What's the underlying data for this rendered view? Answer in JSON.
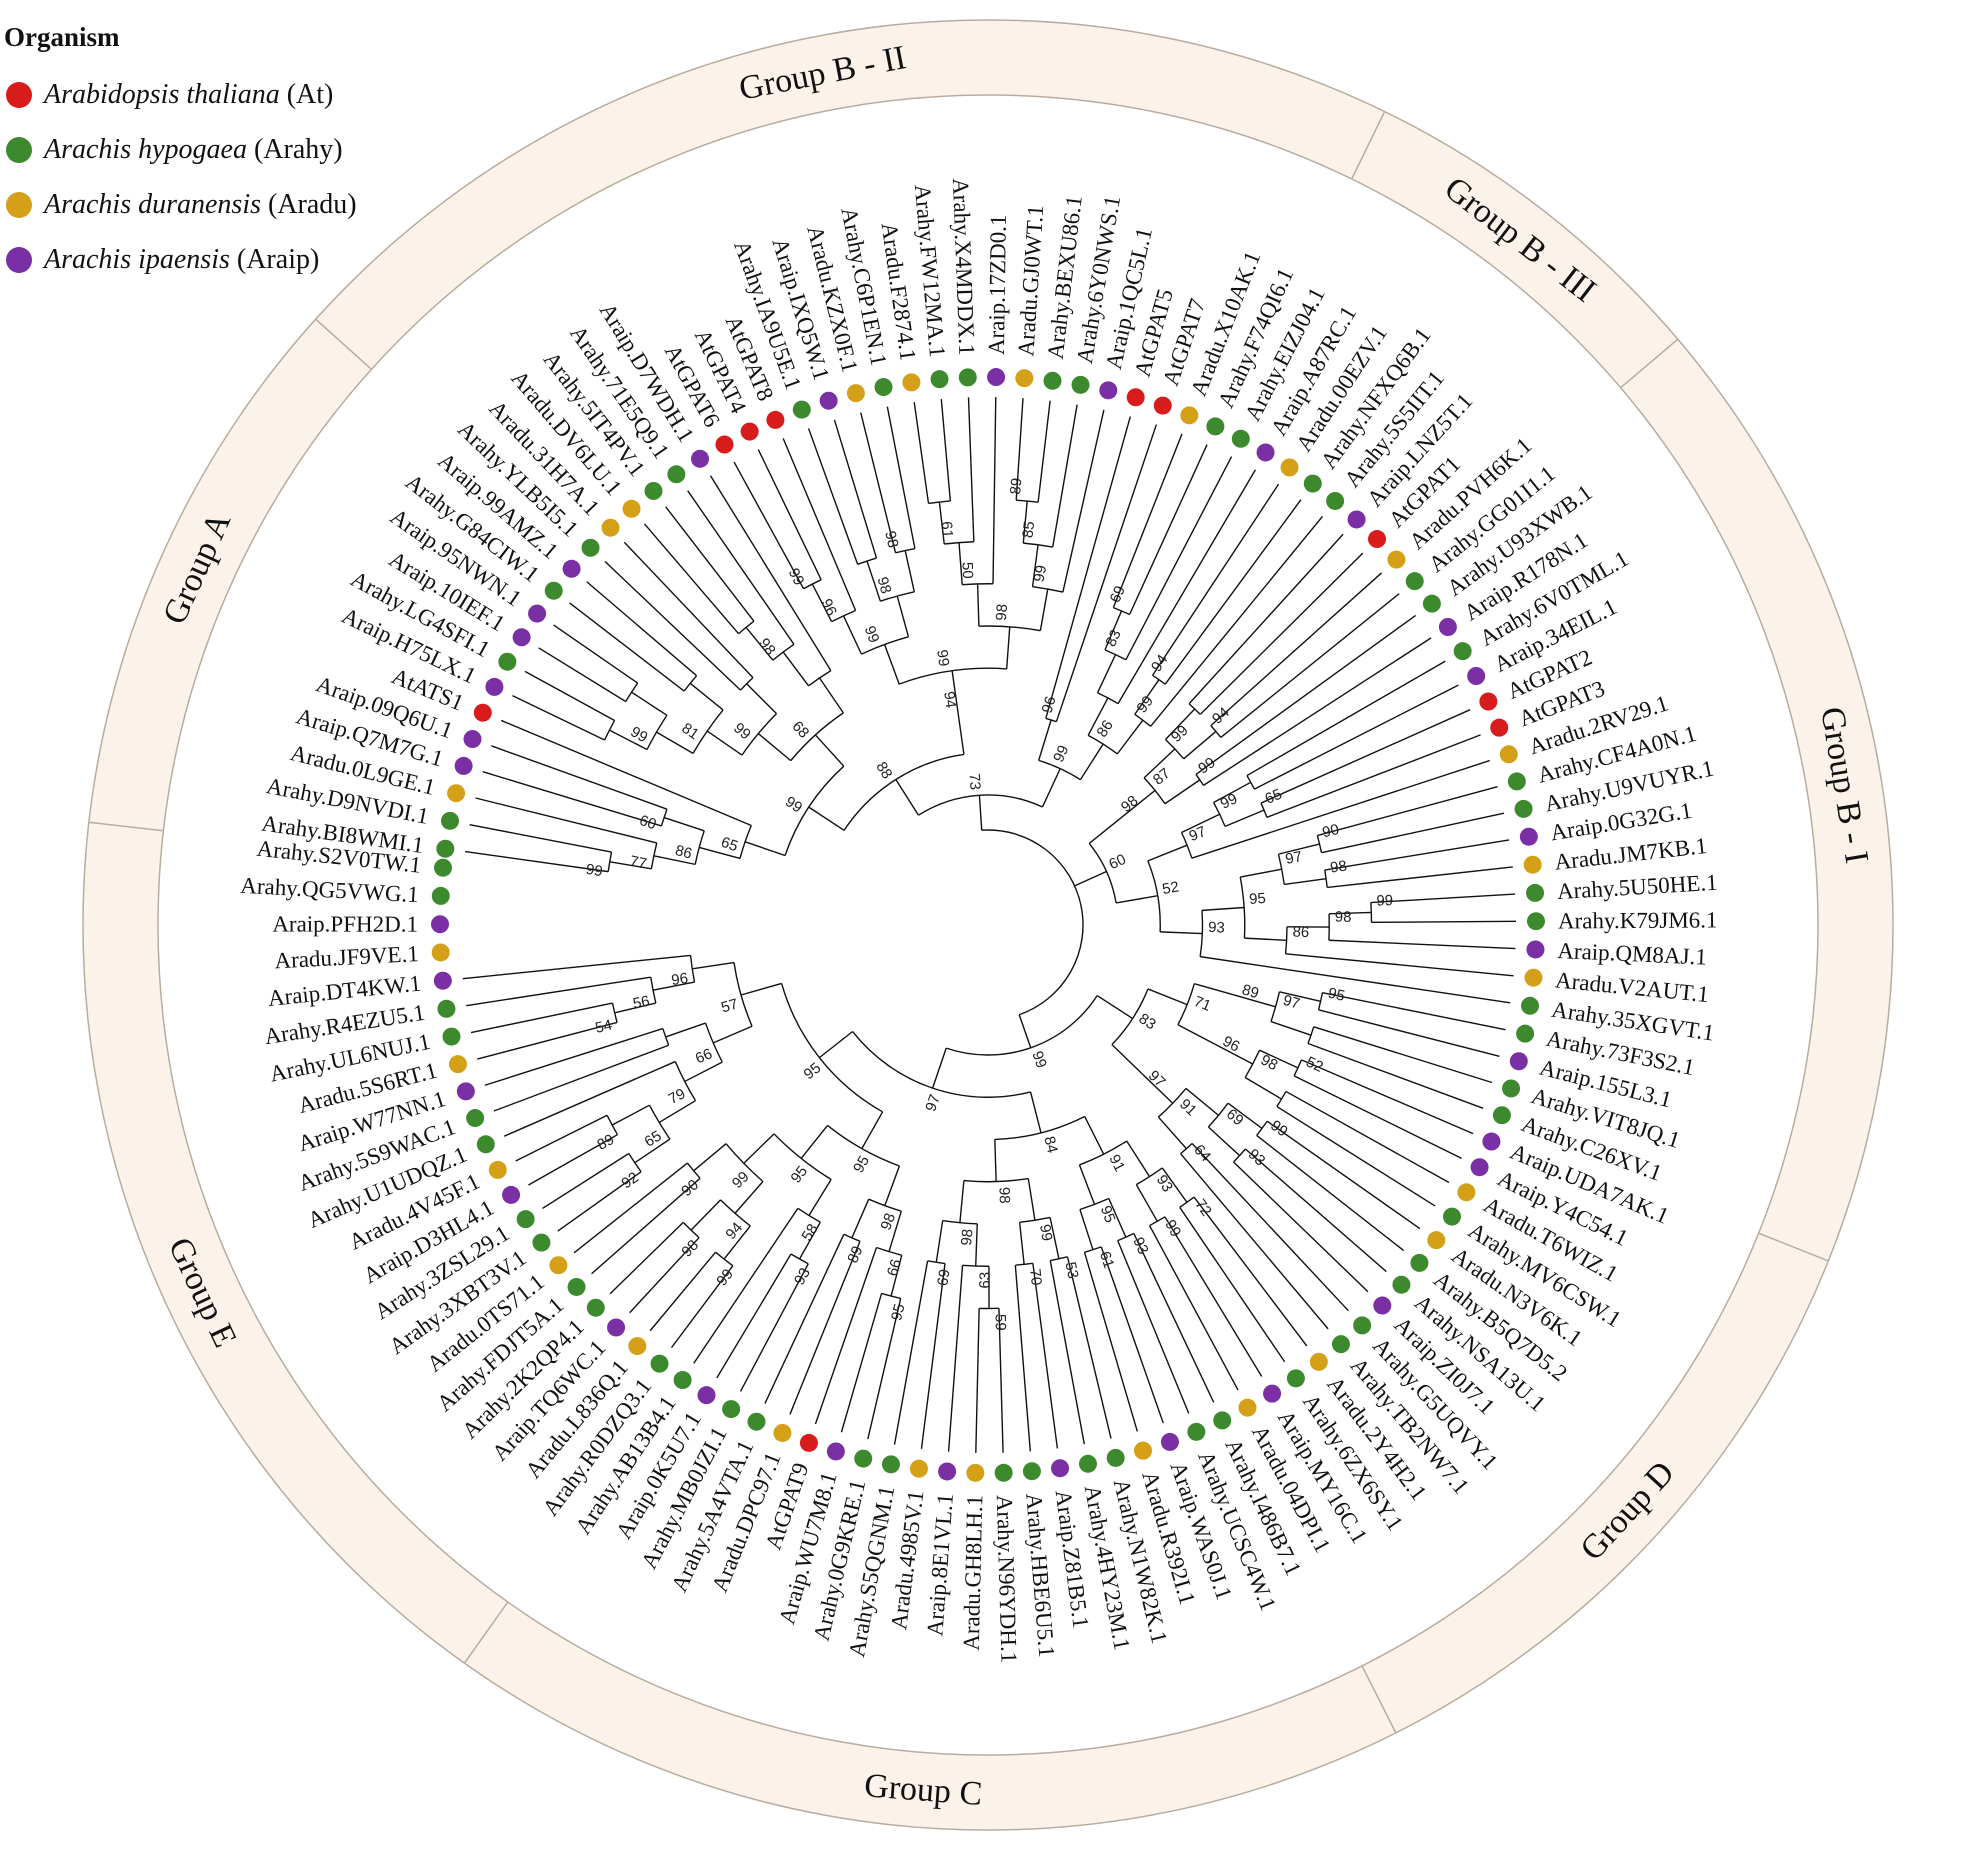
{
  "legend": {
    "title": "Organism",
    "items": [
      {
        "key": "At",
        "scientific": "Arabidopsis thaliana",
        "abbr": "(At)",
        "color": "#d81c1c"
      },
      {
        "key": "Arahy",
        "scientific": "Arachis hypogaea",
        "abbr": "(Arahy)",
        "color": "#3d8a2e"
      },
      {
        "key": "Aradu",
        "scientific": "Arachis duranensis",
        "abbr": "(Aradu)",
        "color": "#d4a017"
      },
      {
        "key": "Araip",
        "scientific": "Arachis ipaensis",
        "abbr": "(Araip)",
        "color": "#7a2fa5"
      }
    ]
  },
  "groups": [
    {
      "name": "Group A",
      "start": 0,
      "end": 12
    },
    {
      "name": "Group B - II",
      "start": 12,
      "end": 37
    },
    {
      "name": "Group B - III",
      "start": 37,
      "end": 45
    },
    {
      "name": "Group B - I",
      "start": 45,
      "end": 66
    },
    {
      "name": "Group D",
      "start": 66,
      "end": 80
    },
    {
      "name": "Group C",
      "start": 80,
      "end": 101
    },
    {
      "name": "Group E",
      "start": 101,
      "end": 121
    }
  ],
  "leaves": [
    {
      "name": "Arahy.BI8WMI.1",
      "org": "Arahy"
    },
    {
      "name": "Arahy.D9NVDI.1",
      "org": "Arahy"
    },
    {
      "name": "Aradu.0L9GE.1",
      "org": "Aradu"
    },
    {
      "name": "Araip.Q7M7G.1",
      "org": "Araip"
    },
    {
      "name": "Araip.09Q6U.1",
      "org": "Araip"
    },
    {
      "name": "AtATS1",
      "org": "At"
    },
    {
      "name": "Araip.H75LX.1",
      "org": "Araip"
    },
    {
      "name": "Arahy.LG4SFI.1",
      "org": "Arahy"
    },
    {
      "name": "Araip.10IEF.1",
      "org": "Araip"
    },
    {
      "name": "Araip.95NWN.1",
      "org": "Araip"
    },
    {
      "name": "Arahy.G84CIW.1",
      "org": "Arahy"
    },
    {
      "name": "Araip.99AMZ.1",
      "org": "Araip"
    },
    {
      "name": "Arahy.YLB5I5.1",
      "org": "Arahy"
    },
    {
      "name": "Aradu.31H7A.1",
      "org": "Aradu"
    },
    {
      "name": "Aradu.DV6LU.1",
      "org": "Aradu"
    },
    {
      "name": "Arahy.5IT4PV.1",
      "org": "Arahy"
    },
    {
      "name": "Arahy.71E5Q9.1",
      "org": "Arahy"
    },
    {
      "name": "Araip.D7WDH.1",
      "org": "Araip"
    },
    {
      "name": "AtGPAT6",
      "org": "At"
    },
    {
      "name": "AtGPAT4",
      "org": "At"
    },
    {
      "name": "AtGPAT8",
      "org": "At"
    },
    {
      "name": "Arahy.IA9U5E.1",
      "org": "Arahy"
    },
    {
      "name": "Araip.IXQ5W.1",
      "org": "Araip"
    },
    {
      "name": "Aradu.KZX0F.1",
      "org": "Aradu"
    },
    {
      "name": "Arahy.C6P1EN.1",
      "org": "Arahy"
    },
    {
      "name": "Aradu.F2874.1",
      "org": "Aradu"
    },
    {
      "name": "Arahy.FW12MA.1",
      "org": "Arahy"
    },
    {
      "name": "Arahy.X4MDDX.1",
      "org": "Arahy"
    },
    {
      "name": "Araip.17ZD0.1",
      "org": "Araip"
    },
    {
      "name": "Aradu.GJ0WT.1",
      "org": "Aradu"
    },
    {
      "name": "Arahy.BEXU86.1",
      "org": "Arahy"
    },
    {
      "name": "Arahy.6Y0NWS.1",
      "org": "Arahy"
    },
    {
      "name": "Araip.1QC5L.1",
      "org": "Araip"
    },
    {
      "name": "AtGPAT5",
      "org": "At"
    },
    {
      "name": "AtGPAT7",
      "org": "At"
    },
    {
      "name": "Aradu.X10AK.1",
      "org": "Aradu"
    },
    {
      "name": "Arahy.F74QI6.1",
      "org": "Arahy"
    },
    {
      "name": "Arahy.EIZJ04.1",
      "org": "Arahy"
    },
    {
      "name": "Araip.A87RC.1",
      "org": "Araip"
    },
    {
      "name": "Aradu.00EZV.1",
      "org": "Aradu"
    },
    {
      "name": "Arahy.NFXQ6B.1",
      "org": "Arahy"
    },
    {
      "name": "Arahy.5S5IIT.1",
      "org": "Arahy"
    },
    {
      "name": "Araip.LNZ5T.1",
      "org": "Araip"
    },
    {
      "name": "AtGPAT1",
      "org": "At"
    },
    {
      "name": "Aradu.PVH6K.1",
      "org": "Aradu"
    },
    {
      "name": "Arahy.GG01I1.1",
      "org": "Arahy"
    },
    {
      "name": "Arahy.U93XWB.1",
      "org": "Arahy"
    },
    {
      "name": "Araip.R178N.1",
      "org": "Araip"
    },
    {
      "name": "Arahy.6V0TML.1",
      "org": "Arahy"
    },
    {
      "name": "Araip.34EIL.1",
      "org": "Araip"
    },
    {
      "name": "AtGPAT2",
      "org": "At"
    },
    {
      "name": "AtGPAT3",
      "org": "At"
    },
    {
      "name": "Aradu.2RV29.1",
      "org": "Aradu"
    },
    {
      "name": "Arahy.CF4A0N.1",
      "org": "Arahy"
    },
    {
      "name": "Arahy.U9VUYR.1",
      "org": "Arahy"
    },
    {
      "name": "Araip.0G32G.1",
      "org": "Araip"
    },
    {
      "name": "Aradu.JM7KB.1",
      "org": "Aradu"
    },
    {
      "name": "Arahy.5U50HE.1",
      "org": "Arahy"
    },
    {
      "name": "Arahy.K79JM6.1",
      "org": "Arahy"
    },
    {
      "name": "Araip.QM8AJ.1",
      "org": "Araip"
    },
    {
      "name": "Aradu.V2AUT.1",
      "org": "Aradu"
    },
    {
      "name": "Arahy.35XGVT.1",
      "org": "Arahy"
    },
    {
      "name": "Arahy.73F3S2.1",
      "org": "Arahy"
    },
    {
      "name": "Araip.155L3.1",
      "org": "Araip"
    },
    {
      "name": "Arahy.VIT8JQ.1",
      "org": "Arahy"
    },
    {
      "name": "Arahy.C26XV.1",
      "org": "Arahy"
    },
    {
      "name": "Araip.UDA7AK.1",
      "org": "Araip"
    },
    {
      "name": "Araip.Y4C54.1",
      "org": "Araip"
    },
    {
      "name": "Aradu.T6WIZ.1",
      "org": "Aradu"
    },
    {
      "name": "Arahy.MV6CSW.1",
      "org": "Arahy"
    },
    {
      "name": "Aradu.N3V6K.1",
      "org": "Aradu"
    },
    {
      "name": "Arahy.B5Q7D5.2",
      "org": "Arahy"
    },
    {
      "name": "Arahy.NSA13U.1",
      "org": "Arahy"
    },
    {
      "name": "Araip.ZI0J7.1",
      "org": "Araip"
    },
    {
      "name": "Arahy.G5UQVY.1",
      "org": "Arahy"
    },
    {
      "name": "Arahy.TB2NW7.1",
      "org": "Arahy"
    },
    {
      "name": "Aradu.2Y4H2.1",
      "org": "Aradu"
    },
    {
      "name": "Arahy.6ZX6SY.1",
      "org": "Arahy"
    },
    {
      "name": "Araip.MY16C.1",
      "org": "Araip"
    },
    {
      "name": "Aradu.04DPI.1",
      "org": "Aradu"
    },
    {
      "name": "Arahy.I486B7.1",
      "org": "Arahy"
    },
    {
      "name": "Arahy.UCSC4W.1",
      "org": "Arahy"
    },
    {
      "name": "Araip.WAS0J.1",
      "org": "Araip"
    },
    {
      "name": "Aradu.R392I.1",
      "org": "Aradu"
    },
    {
      "name": "Arahy.N1W82K.1",
      "org": "Arahy"
    },
    {
      "name": "Arahy.4HY23M.1",
      "org": "Arahy"
    },
    {
      "name": "Araip.Z81B5.1",
      "org": "Araip"
    },
    {
      "name": "Arahy.HBE6U5.1",
      "org": "Arahy"
    },
    {
      "name": "Arahy.N96YDH.1",
      "org": "Arahy"
    },
    {
      "name": "Aradu.GH8LH.1",
      "org": "Aradu"
    },
    {
      "name": "Araip.8E1VL.1",
      "org": "Araip"
    },
    {
      "name": "Aradu.4985V.1",
      "org": "Aradu"
    },
    {
      "name": "Arahy.S5QGNM.1",
      "org": "Arahy"
    },
    {
      "name": "Arahy.0G9KRE.1",
      "org": "Arahy"
    },
    {
      "name": "Araip.WU7M8.1",
      "org": "Araip"
    },
    {
      "name": "AtGPAT9",
      "org": "At"
    },
    {
      "name": "Aradu.DPC97.1",
      "org": "Aradu"
    },
    {
      "name": "Arahy.5A4VTA.1",
      "org": "Arahy"
    },
    {
      "name": "Arahy.MB0JZI.1",
      "org": "Arahy"
    },
    {
      "name": "Araip.0K5U7.1",
      "org": "Araip"
    },
    {
      "name": "Arahy.AB13B4.1",
      "org": "Arahy"
    },
    {
      "name": "Arahy.R0DZQ3.1",
      "org": "Arahy"
    },
    {
      "name": "Aradu.L836Q.1",
      "org": "Aradu"
    },
    {
      "name": "Araip.TQ6WC.1",
      "org": "Araip"
    },
    {
      "name": "Arahy.2K2QP4.1",
      "org": "Arahy"
    },
    {
      "name": "Arahy.FDJT5A.1",
      "org": "Arahy"
    },
    {
      "name": "Aradu.0TS71.1",
      "org": "Aradu"
    },
    {
      "name": "Arahy.3XBT3V.1",
      "org": "Arahy"
    },
    {
      "name": "Arahy.3ZSL29.1",
      "org": "Arahy"
    },
    {
      "name": "Araip.D3HL4.1",
      "org": "Araip"
    },
    {
      "name": "Aradu.4V45F.1",
      "org": "Aradu"
    },
    {
      "name": "Arahy.U1UDQZ.1",
      "org": "Arahy"
    },
    {
      "name": "Arahy.5S9WAC.1",
      "org": "Arahy"
    },
    {
      "name": "Araip.W77NN.1",
      "org": "Araip"
    },
    {
      "name": "Aradu.5S6RT.1",
      "org": "Aradu"
    },
    {
      "name": "Arahy.UL6NUJ.1",
      "org": "Arahy"
    },
    {
      "name": "Arahy.R4EZU5.1",
      "org": "Arahy"
    },
    {
      "name": "Araip.DT4KW.1",
      "org": "Araip"
    },
    {
      "name": "Aradu.JF9VE.1",
      "org": "Aradu"
    },
    {
      "name": "Araip.PFH2D.1",
      "org": "Araip"
    },
    {
      "name": "Arahy.QG5VWG.1",
      "org": "Arahy"
    },
    {
      "name": "Arahy.S2V0TW.1",
      "org": "Arahy"
    }
  ],
  "clades": [
    {
      "a": 0,
      "b": 1,
      "v": "99"
    },
    {
      "a": 0,
      "b": 2,
      "v": "77"
    },
    {
      "a": 3,
      "b": 4,
      "v": "60"
    },
    {
      "a": 0,
      "b": 4,
      "v": "86"
    },
    {
      "a": 0,
      "b": 5,
      "v": "65"
    },
    {
      "a": 6,
      "b": 7,
      "v": ""
    },
    {
      "a": 8,
      "b": 9,
      "v": ""
    },
    {
      "a": 6,
      "b": 9,
      "v": "99"
    },
    {
      "a": 10,
      "b": 11,
      "v": ""
    },
    {
      "a": 6,
      "b": 11,
      "v": "81"
    },
    {
      "a": 12,
      "b": 13,
      "v": ""
    },
    {
      "a": 6,
      "b": 13,
      "v": "99"
    },
    {
      "a": 14,
      "b": 15,
      "v": ""
    },
    {
      "a": 14,
      "b": 16,
      "v": "98"
    },
    {
      "a": 14,
      "b": 17,
      "v": ""
    },
    {
      "a": 6,
      "b": 17,
      "v": "68"
    },
    {
      "a": 0,
      "b": 17,
      "v": "99"
    },
    {
      "a": 18,
      "b": 19,
      "v": "99"
    },
    {
      "a": 18,
      "b": 20,
      "v": "96"
    },
    {
      "a": 21,
      "b": 22,
      "v": ""
    },
    {
      "a": 23,
      "b": 24,
      "v": "98"
    },
    {
      "a": 21,
      "b": 24,
      "v": "98"
    },
    {
      "a": 18,
      "b": 24,
      "v": "99"
    },
    {
      "a": 25,
      "b": 26,
      "v": ""
    },
    {
      "a": 25,
      "b": 27,
      "v": "61"
    },
    {
      "a": 25,
      "b": 28,
      "v": "50"
    },
    {
      "a": 29,
      "b": 30,
      "v": "89"
    },
    {
      "a": 29,
      "b": 31,
      "v": "85"
    },
    {
      "a": 29,
      "b": 32,
      "v": "99"
    },
    {
      "a": 25,
      "b": 32,
      "v": "98"
    },
    {
      "a": 18,
      "b": 32,
      "v": "99"
    },
    {
      "a": 18,
      "b": 32,
      "v": "94"
    },
    {
      "a": 0,
      "b": 32,
      "v": "88"
    },
    {
      "a": 33,
      "b": 34,
      "v": "96"
    },
    {
      "a": 35,
      "b": 36,
      "v": "69"
    },
    {
      "a": 35,
      "b": 37,
      "v": "83"
    },
    {
      "a": 35,
      "b": 38,
      "v": ""
    },
    {
      "a": 39,
      "b": 40,
      "v": "94"
    },
    {
      "a": 39,
      "b": 41,
      "v": "99"
    },
    {
      "a": 35,
      "b": 41,
      "v": "86"
    },
    {
      "a": 33,
      "b": 41,
      "v": "99"
    },
    {
      "a": 0,
      "b": 41,
      "v": "73"
    },
    {
      "a": 42,
      "b": 43,
      "v": ""
    },
    {
      "a": 44,
      "b": 45,
      "v": "94"
    },
    {
      "a": 42,
      "b": 45,
      "v": "99"
    },
    {
      "a": 46,
      "b": 47,
      "v": "99"
    },
    {
      "a": 42,
      "b": 47,
      "v": "87"
    },
    {
      "a": 42,
      "b": 47,
      "v": "98"
    },
    {
      "a": 48,
      "b": 49,
      "v": ""
    },
    {
      "a": 50,
      "b": 51,
      "v": "65"
    },
    {
      "a": 48,
      "b": 51,
      "v": "99"
    },
    {
      "a": 48,
      "b": 52,
      "v": "97"
    },
    {
      "a": 53,
      "b": 54,
      "v": "90"
    },
    {
      "a": 55,
      "b": 56,
      "v": "98"
    },
    {
      "a": 53,
      "b": 56,
      "v": "97"
    },
    {
      "a": 57,
      "b": 58,
      "v": "99"
    },
    {
      "a": 57,
      "b": 59,
      "v": "98"
    },
    {
      "a": 57,
      "b": 60,
      "v": "86"
    },
    {
      "a": 53,
      "b": 60,
      "v": "95"
    },
    {
      "a": 53,
      "b": 61,
      "v": "93"
    },
    {
      "a": 48,
      "b": 61,
      "v": "52"
    },
    {
      "a": 42,
      "b": 61,
      "v": "60"
    },
    {
      "a": 62,
      "b": 63,
      "v": "95"
    },
    {
      "a": 64,
      "b": 65,
      "v": ""
    },
    {
      "a": 62,
      "b": 65,
      "v": "97"
    },
    {
      "a": 62,
      "b": 65,
      "v": "89"
    },
    {
      "a": 66,
      "b": 67,
      "v": "52"
    },
    {
      "a": 68,
      "b": 69,
      "v": ""
    },
    {
      "a": 66,
      "b": 69,
      "v": "98"
    },
    {
      "a": 66,
      "b": 69,
      "v": "96"
    },
    {
      "a": 62,
      "b": 69,
      "v": "71"
    },
    {
      "a": 70,
      "b": 71,
      "v": "99"
    },
    {
      "a": 72,
      "b": 73,
      "v": "93"
    },
    {
      "a": 70,
      "b": 73,
      "v": "69"
    },
    {
      "a": 74,
      "b": 75,
      "v": "64"
    },
    {
      "a": 70,
      "b": 75,
      "v": "91"
    },
    {
      "a": 70,
      "b": 75,
      "v": "97"
    },
    {
      "a": 62,
      "b": 75,
      "v": "83"
    },
    {
      "a": 76,
      "b": 77,
      "v": "72"
    },
    {
      "a": 78,
      "b": 79,
      "v": "99"
    },
    {
      "a": 76,
      "b": 79,
      "v": "93"
    },
    {
      "a": 80,
      "b": 81,
      "v": "93"
    },
    {
      "a": 82,
      "b": 83,
      "v": "61"
    },
    {
      "a": 80,
      "b": 83,
      "v": "95"
    },
    {
      "a": 76,
      "b": 83,
      "v": "91"
    },
    {
      "a": 84,
      "b": 85,
      "v": "53"
    },
    {
      "a": 86,
      "b": 87,
      "v": "70"
    },
    {
      "a": 84,
      "b": 87,
      "v": "99"
    },
    {
      "a": 88,
      "b": 89,
      "v": "59"
    },
    {
      "a": 88,
      "b": 90,
      "v": "63"
    },
    {
      "a": 91,
      "b": 92,
      "v": "69"
    },
    {
      "a": 88,
      "b": 92,
      "v": "98"
    },
    {
      "a": 84,
      "b": 92,
      "v": "98"
    },
    {
      "a": 76,
      "b": 92,
      "v": "84"
    },
    {
      "a": 93,
      "b": 94,
      "v": "95"
    },
    {
      "a": 93,
      "b": 95,
      "v": "66"
    },
    {
      "a": 96,
      "b": 97,
      "v": "89"
    },
    {
      "a": 93,
      "b": 97,
      "v": "98"
    },
    {
      "a": 98,
      "b": 99,
      "v": "93"
    },
    {
      "a": 98,
      "b": 100,
      "v": "58"
    },
    {
      "a": 101,
      "b": 102,
      "v": "99"
    },
    {
      "a": 103,
      "b": 104,
      "v": "98"
    },
    {
      "a": 101,
      "b": 104,
      "v": "94"
    },
    {
      "a": 105,
      "b": 106,
      "v": "90"
    },
    {
      "a": 101,
      "b": 106,
      "v": "99"
    },
    {
      "a": 98,
      "b": 106,
      "v": "95"
    },
    {
      "a": 93,
      "b": 106,
      "v": "95"
    },
    {
      "a": 107,
      "b": 108,
      "v": "92"
    },
    {
      "a": 109,
      "b": 110,
      "v": "89"
    },
    {
      "a": 107,
      "b": 110,
      "v": "65"
    },
    {
      "a": 107,
      "b": 111,
      "v": "79"
    },
    {
      "a": 112,
      "b": 113,
      "v": ""
    },
    {
      "a": 107,
      "b": 113,
      "v": "66"
    },
    {
      "a": 114,
      "b": 115,
      "v": "54"
    },
    {
      "a": 114,
      "b": 116,
      "v": "56"
    },
    {
      "a": 114,
      "b": 117,
      "v": "96"
    },
    {
      "a": 107,
      "b": 117,
      "v": "57"
    },
    {
      "a": 93,
      "b": 117,
      "v": "95"
    },
    {
      "a": 76,
      "b": 117,
      "v": "97"
    },
    {
      "a": 62,
      "b": 117,
      "v": "99"
    }
  ]
}
